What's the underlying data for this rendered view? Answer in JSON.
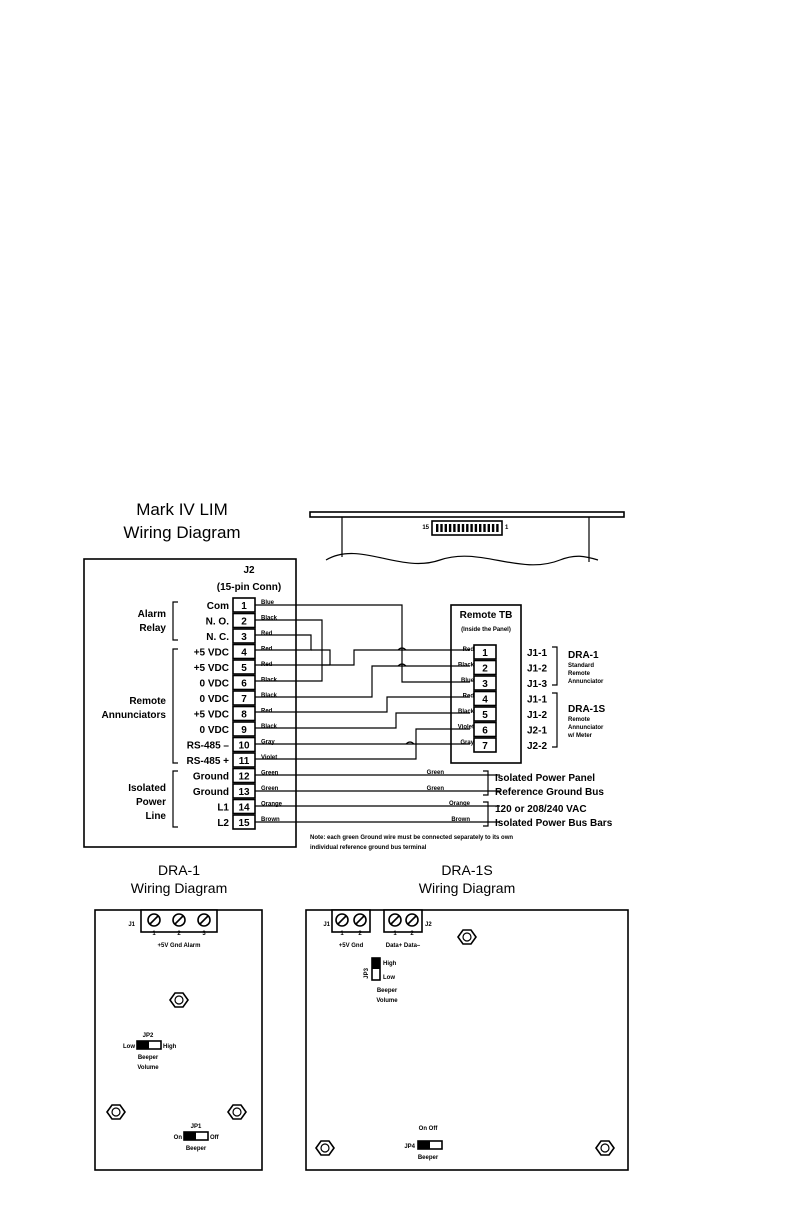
{
  "titles": {
    "lim_line1": "Mark IV LIM",
    "lim_line2": "Wiring Diagram",
    "dra1_line1": "DRA-1",
    "dra1_line2": "Wiring Diagram",
    "dra1s_line1": "DRA-1S",
    "dra1s_line2": "Wiring Diagram"
  },
  "connector": {
    "name": "J2",
    "subtitle": "(15-pin Conn)",
    "pins": [
      {
        "pin": "1",
        "label": "Com",
        "wire": "Blue"
      },
      {
        "pin": "2",
        "label": "N. O.",
        "wire": "Black"
      },
      {
        "pin": "3",
        "label": "N. C.",
        "wire": "Red"
      },
      {
        "pin": "4",
        "label": "+5 VDC",
        "wire": "Red"
      },
      {
        "pin": "5",
        "label": "+5 VDC",
        "wire": "Red"
      },
      {
        "pin": "6",
        "label": "0 VDC",
        "wire": "Black"
      },
      {
        "pin": "7",
        "label": "0 VDC",
        "wire": "Black"
      },
      {
        "pin": "8",
        "label": "+5 VDC",
        "wire": "Red"
      },
      {
        "pin": "9",
        "label": "0 VDC",
        "wire": "Black"
      },
      {
        "pin": "10",
        "label": "RS-485 –",
        "wire": "Gray"
      },
      {
        "pin": "11",
        "label": "RS-485 +",
        "wire": "Violet"
      },
      {
        "pin": "12",
        "label": "Ground",
        "wire": "Green"
      },
      {
        "pin": "13",
        "label": "Ground",
        "wire": "Green"
      },
      {
        "pin": "14",
        "label": "L1",
        "wire": "Orange"
      },
      {
        "pin": "15",
        "label": "L2",
        "wire": "Brown"
      }
    ],
    "groups": {
      "alarm_1": "Alarm",
      "alarm_2": "Relay",
      "remote_1": "Remote",
      "remote_2": "Annunciators",
      "iso_1": "Isolated",
      "iso_2": "Power",
      "iso_3": "Line"
    }
  },
  "remote_tb": {
    "title": "Remote TB",
    "subtitle": "(Inside the Panel)",
    "pins": [
      {
        "pin": "1",
        "wire": "Red",
        "ref": "J1-1"
      },
      {
        "pin": "2",
        "wire": "Black",
        "ref": "J1-2"
      },
      {
        "pin": "3",
        "wire": "Blue",
        "ref": "J1-3"
      },
      {
        "pin": "4",
        "wire": "Red",
        "ref": "J1-1"
      },
      {
        "pin": "5",
        "wire": "Black",
        "ref": "J1-2"
      },
      {
        "pin": "6",
        "wire": "Violet",
        "ref": "J2-1"
      },
      {
        "pin": "7",
        "wire": "Gray",
        "ref": "J2-2"
      }
    ],
    "dra1_title": "DRA-1",
    "dra1_desc_1": "Standard",
    "dra1_desc_2": "Remote",
    "dra1_desc_3": "Annunciator",
    "dra1s_title": "DRA-1S",
    "dra1s_desc_1": "Remote",
    "dra1s_desc_2": "Annunciator",
    "dra1s_desc_3": "w/ Meter"
  },
  "ground_wires": {
    "w12": "Green",
    "w13": "Green",
    "w14": "Orange",
    "w15": "Brown",
    "ground_note_1": "Isolated Power Panel",
    "ground_note_2": "Reference Ground Bus",
    "power_note_1": "120 or 208/240 VAC",
    "power_note_2": "Isolated Power Bus Bars"
  },
  "note": {
    "line1": "Note: each green Ground wire must be connected separately to its own",
    "line2": "individual reference ground bus terminal"
  },
  "panel_connector": {
    "left_label": "15",
    "right_label": "1"
  },
  "dra1": {
    "j1": "J1",
    "terms": [
      "1",
      "2",
      "3"
    ],
    "term_labels": "+5V  Gnd  Alarm",
    "jp2": "JP2",
    "low": "Low",
    "high": "High",
    "beeper_volume_1": "Beeper",
    "beeper_volume_2": "Volume",
    "jp1": "JP1",
    "on": "On",
    "off": "Off",
    "beeper": "Beeper"
  },
  "dra1s": {
    "j1": "J1",
    "j2": "J2",
    "j1_terms": [
      "1",
      "2"
    ],
    "j2_terms": [
      "1",
      "2"
    ],
    "j1_labels": "+5V  Gnd",
    "j2_labels": "Data+  Data–",
    "jp3": "JP3",
    "high": "High",
    "low": "Low",
    "beeper_volume_1": "Beeper",
    "beeper_volume_2": "Volume",
    "jp4": "JP4",
    "on_off": "On Off",
    "beeper": "Beeper"
  }
}
